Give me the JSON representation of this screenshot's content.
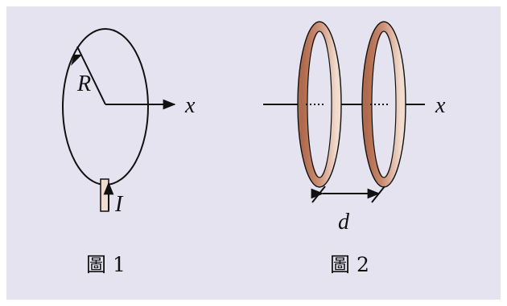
{
  "figure1": {
    "radius_label": "R",
    "axis_label": "x",
    "current_label": "I",
    "caption": "圖 1"
  },
  "figure2": {
    "axis_label": "x",
    "separation_label": "d",
    "caption": "圖 2"
  },
  "colors": {
    "background": "#e6e3f0",
    "line": "#111111",
    "coil_dark": "#b06a4c",
    "coil_light": "#f1ddd0"
  }
}
